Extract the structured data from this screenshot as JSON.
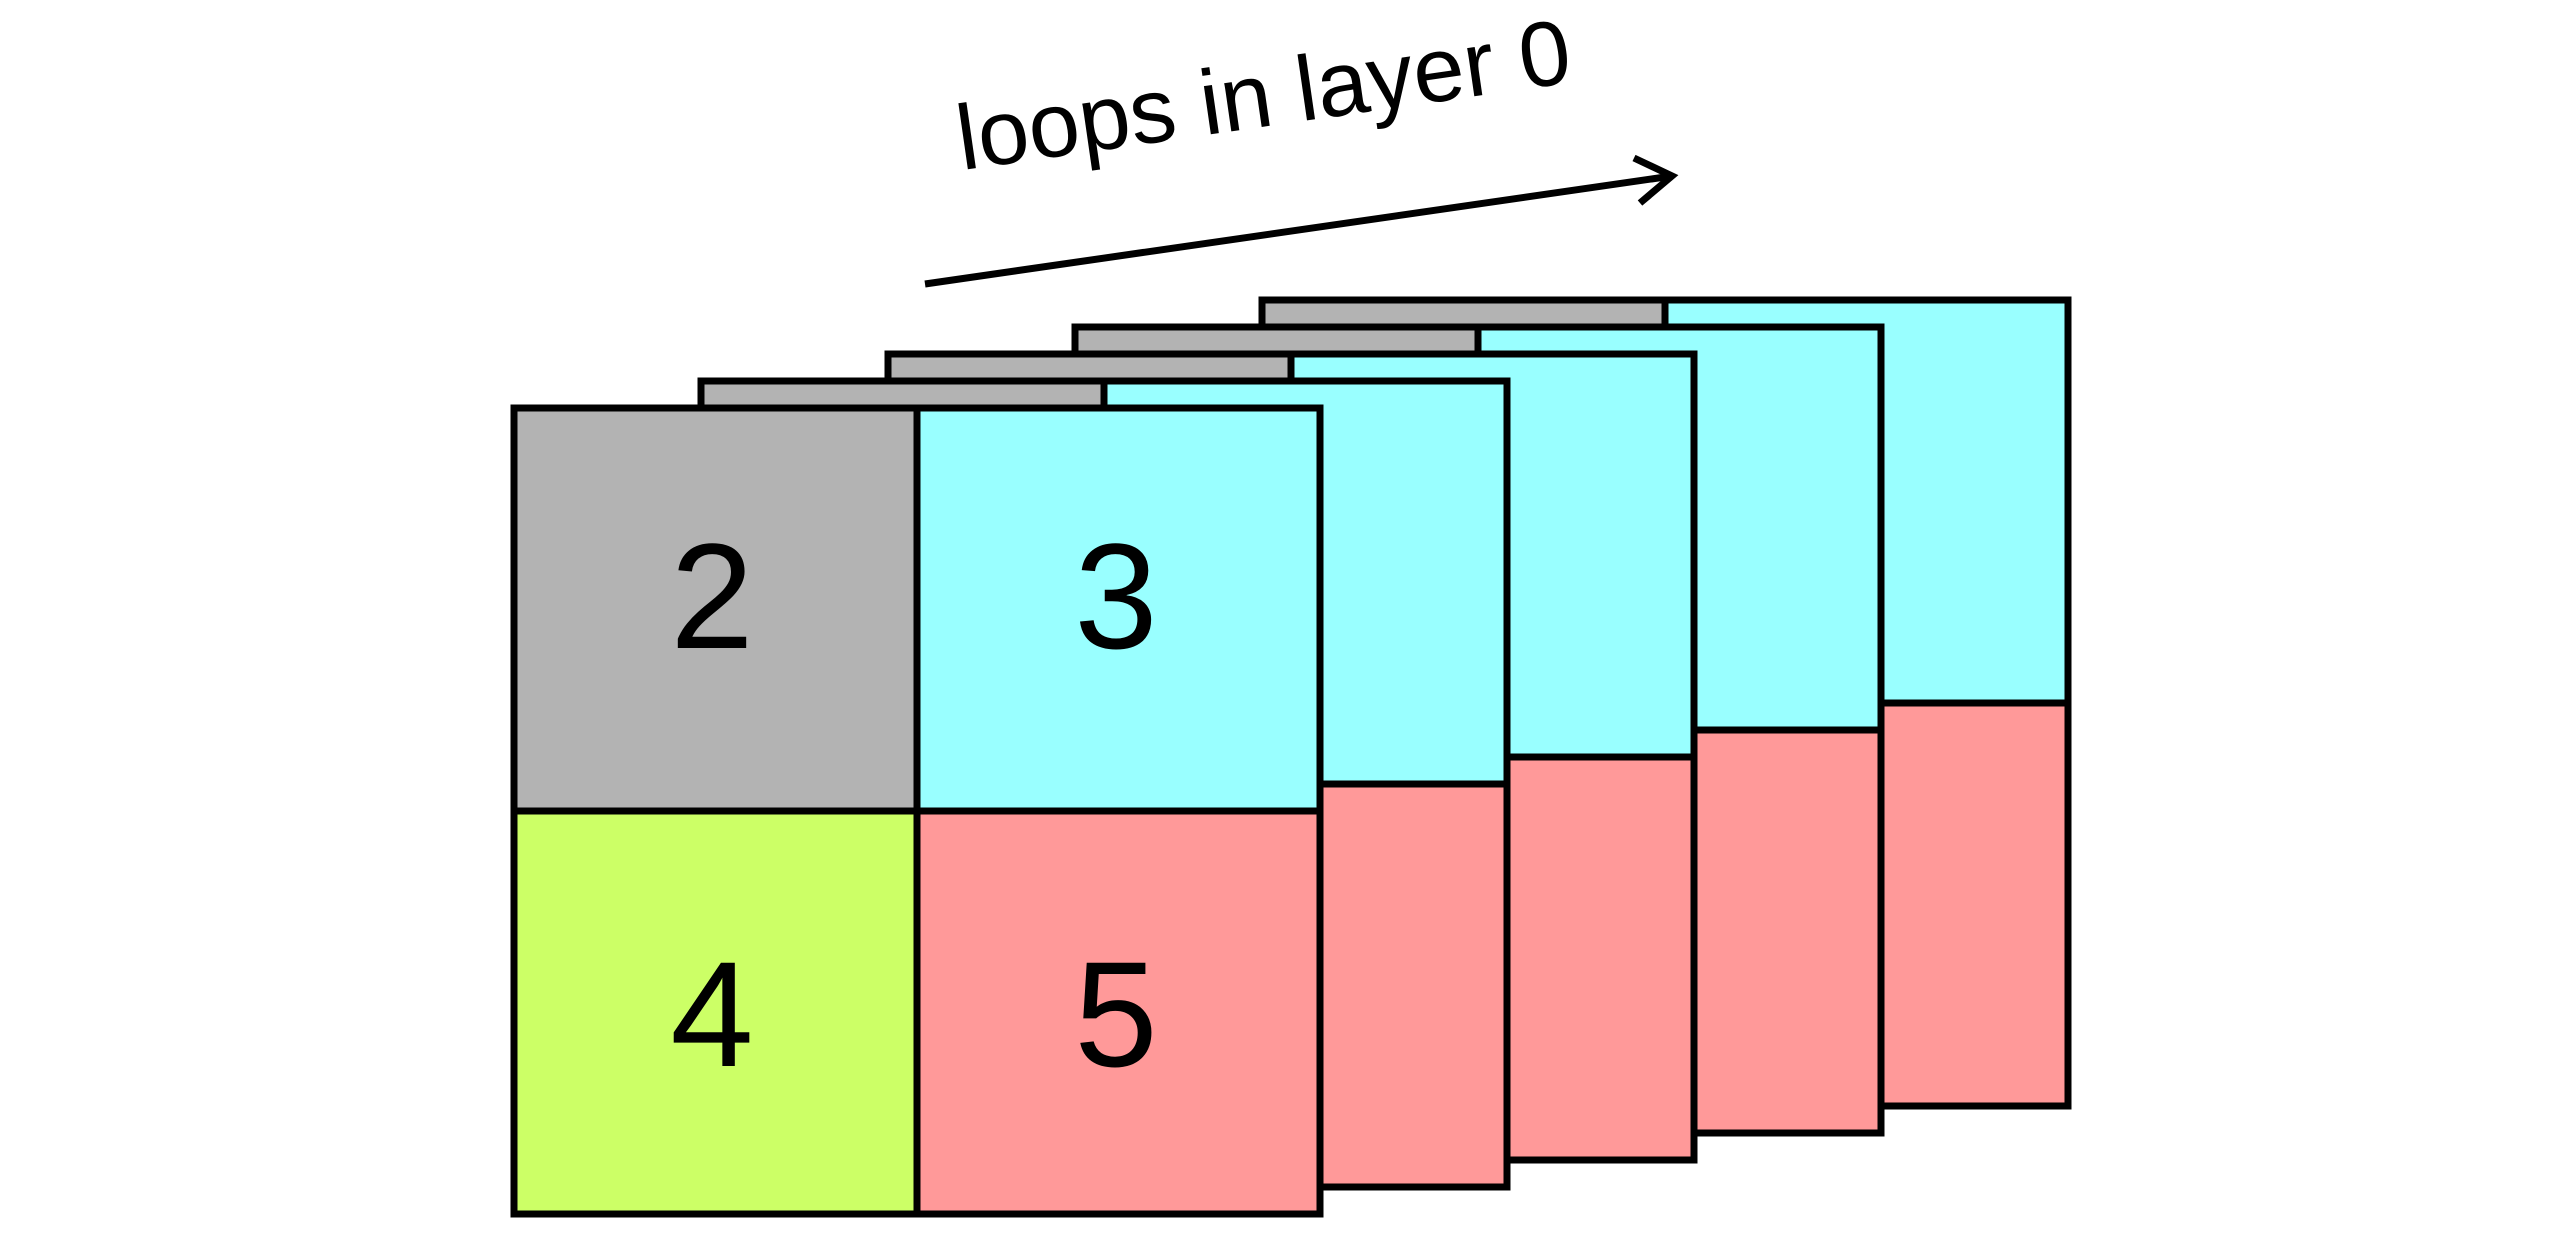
{
  "diagram": {
    "arrow_label": "loops in layer 0",
    "colors": {
      "gray": "#b3b3b3",
      "cyan": "#99ffff",
      "lime": "#ccff66",
      "salmon": "#ff9999",
      "stroke": "#000000"
    },
    "front_grid": {
      "top_left": {
        "label": "2",
        "color": "gray"
      },
      "top_right": {
        "label": "3",
        "color": "cyan"
      },
      "bottom_left": {
        "label": "4",
        "color": "lime"
      },
      "bottom_right": {
        "label": "5",
        "color": "salmon"
      }
    },
    "stacked_layers_behind": 4
  }
}
